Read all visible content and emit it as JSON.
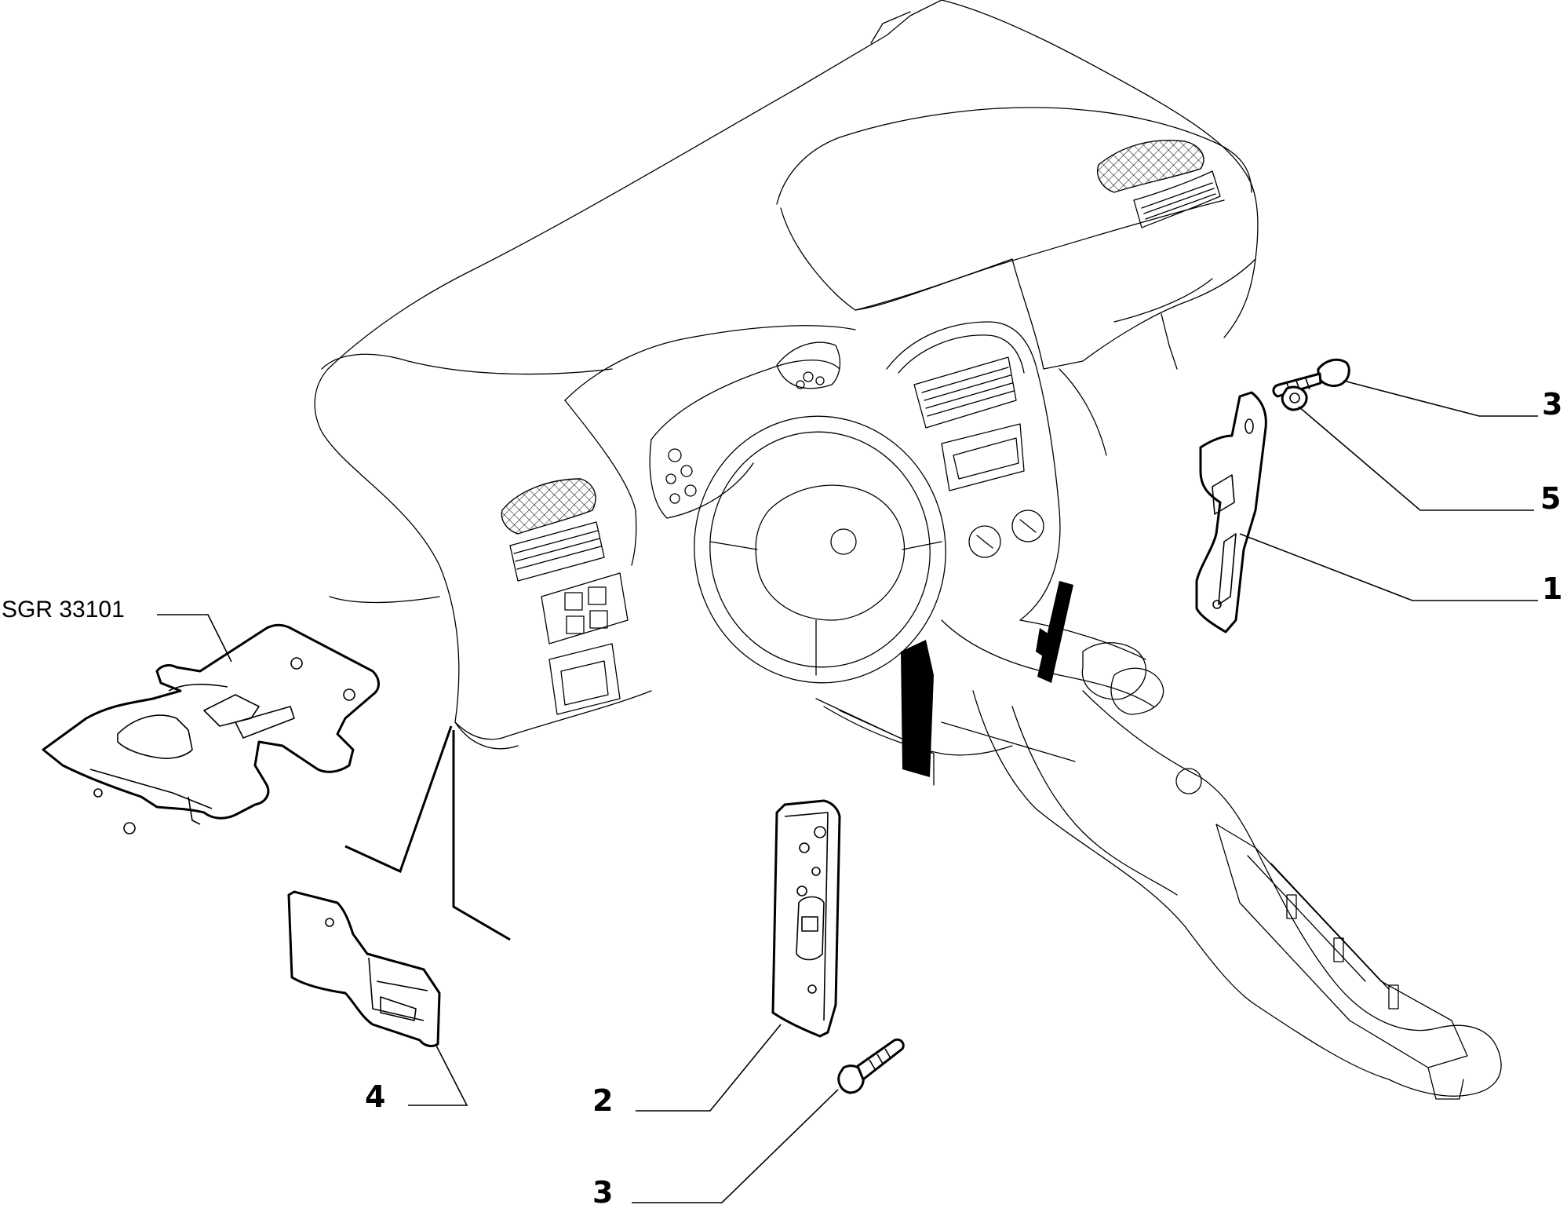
{
  "diagram": {
    "reference_label": "SGR 33101",
    "callouts": [
      {
        "id": "c3-top",
        "number": "3"
      },
      {
        "id": "c5",
        "number": "5"
      },
      {
        "id": "c1",
        "number": "1"
      },
      {
        "id": "c4",
        "number": "4"
      },
      {
        "id": "c2",
        "number": "2"
      },
      {
        "id": "c3-bottom",
        "number": "3"
      }
    ],
    "dashboard_icons": [
      "headlight-icon",
      "parking-icon",
      "rear-defrost-icon",
      "fog-light-icon"
    ]
  }
}
